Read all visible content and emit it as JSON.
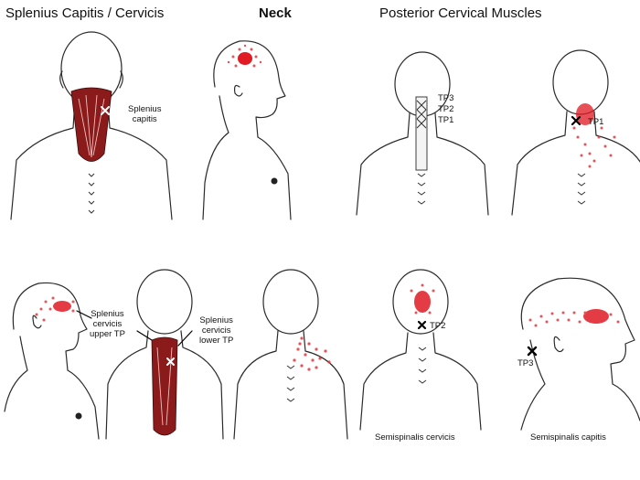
{
  "headers": {
    "left": "Splenius Capitis / Cervicis",
    "center": "Neck",
    "right": "Posterior Cervical Muscles"
  },
  "labels": {
    "splenius_capitis": [
      "Splenius",
      "capitis"
    ],
    "splenius_cervicis_upper": [
      "Splenius",
      "cervicis",
      "upper TP"
    ],
    "splenius_cervicis_lower": [
      "Splenius",
      "cervicis",
      "lower TP"
    ],
    "tp_stack": [
      "TP3",
      "TP2",
      "TP1"
    ],
    "tp1": "TP1",
    "tp2": "TP2",
    "tp3": "TP3",
    "semispinalis_cervicis": "Semispinalis cervicis",
    "semispinalis_capitis": "Semispinalis capitis"
  },
  "colors": {
    "pain": "#e01b24",
    "muscle": "#8b1a1a",
    "outline": "#2b2b2b"
  }
}
